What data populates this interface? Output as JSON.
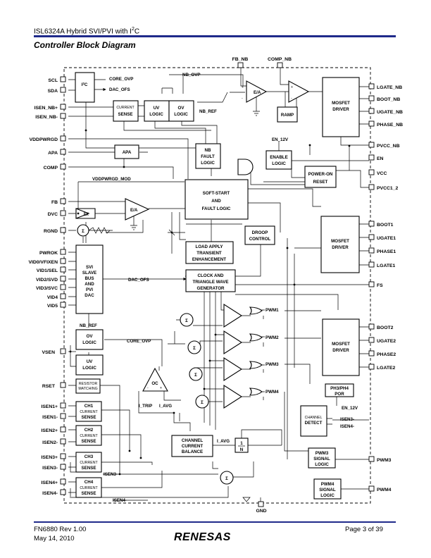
{
  "header": {
    "title": "ISL6324A Hybrid SVI/PVI with I",
    "title_sup": "2",
    "title_tail": "C"
  },
  "section_title": "Controller Block Diagram",
  "left_pins": [
    "SCL",
    "SDA",
    "ISEN_NB+",
    "ISEN_NB-",
    "VDDPWRGD",
    "APA",
    "COMP",
    "FB",
    "DVC",
    "RGND",
    "PWROK",
    "VID0/VFIXEN",
    "VID1/SEL",
    "VID2/SVD",
    "VID3/SVC",
    "VID4",
    "VID5",
    "VSEN",
    "RSET",
    "ISEN1+",
    "ISEN1-",
    "ISEN2+",
    "ISEN2-",
    "ISEN3+",
    "ISEN3-",
    "ISEN4+",
    "ISEN4-"
  ],
  "right_pins": [
    "LGATE_NB",
    "BOOT_NB",
    "UGATE_NB",
    "PHASE_NB",
    "PVCC_NB",
    "EN",
    "VCC",
    "PVCC1_2",
    "BOOT1",
    "UGATE1",
    "PHASE1",
    "LGATE1",
    "FS",
    "BOOT2",
    "UGATE2",
    "PHASE2",
    "LGATE2",
    "PWM3",
    "PWM4"
  ],
  "top_pins": [
    "FB_NB",
    "COMP_NB"
  ],
  "bottom_pins": [
    "GND"
  ],
  "blocks": {
    "i2c": "I2C",
    "current_sense": [
      "CURRENT",
      "SENSE"
    ],
    "uv_logic": [
      "UV",
      "LOGIC"
    ],
    "ov_logic": [
      "OV",
      "LOGIC"
    ],
    "ea": "E/A",
    "ramp": "RAMP",
    "mosfet_driver_nb": [
      "MOSFET",
      "DRIVER"
    ],
    "apa": "APA",
    "nb_fault_logic": [
      "NB",
      "FAULT",
      "LOGIC"
    ],
    "enable_logic": [
      "ENABLE",
      "LOGIC"
    ],
    "power_on_reset": [
      "POWER-ON",
      "RESET"
    ],
    "soft_start": [
      "SOFT-START",
      "AND",
      "FAULT LOGIC"
    ],
    "x2": "2X",
    "ea2": "E/A",
    "droop_control": [
      "DROOP",
      "CONTROL"
    ],
    "mosfet_driver_1": [
      "MOSFET",
      "DRIVER"
    ],
    "load_apply": [
      "LOAD APPLY",
      "TRANSIENT",
      "ENHANCEMENT"
    ],
    "svi_dac": [
      "SVI",
      "SLAVE",
      "BUS",
      "AND",
      "PVI",
      "DAC"
    ],
    "clock_gen": [
      "CLOCK AND",
      "TRIANGLE WAVE",
      "GENERATOR"
    ],
    "ov_logic2": [
      "OV",
      "LOGIC"
    ],
    "uv_logic2": [
      "UV",
      "LOGIC"
    ],
    "mosfet_driver_2": [
      "MOSFET",
      "DRIVER"
    ],
    "resistor_matching": [
      "RESISTOR",
      "MATCHING"
    ],
    "oc": "OC",
    "ph_por": [
      "PH3/PH4",
      "POR"
    ],
    "ch1_sense": [
      "CH1",
      "CURRENT",
      "SENSE"
    ],
    "ch2_sense": [
      "CH2",
      "CURRENT",
      "SENSE"
    ],
    "ch3_sense": [
      "CH3",
      "CURRENT",
      "SENSE"
    ],
    "ch4_sense": [
      "CH4",
      "CURRENT",
      "SENSE"
    ],
    "channel_detect": [
      "CHANNEL",
      "DETECT"
    ],
    "channel_balance": [
      "CHANNEL",
      "CURRENT",
      "BALANCE"
    ],
    "one_over_n": [
      "1",
      "N"
    ],
    "pwm3_logic": [
      "PWM3",
      "SIGNAL",
      "LOGIC"
    ],
    "pwm4_logic": [
      "PWM4",
      "SIGNAL",
      "LOGIC"
    ]
  },
  "signals": {
    "core_ovp": "CORE_OVP",
    "dac_ofs": "DAC_OFS",
    "nb_ovp": "NB_OVP",
    "nb_ref": "NB_REF",
    "vddpwrgd_mod": "VDDPWRGD_MOD",
    "en_12v": "EN_12V",
    "dac_ofs2": "DAC_OFS",
    "nb_ref2": "NB_REF",
    "core_ovp2": "CORE_OVP",
    "i_trip": "I_TRIP",
    "i_avg": "I_AVG",
    "i_avg2": "I_AVG",
    "en_12v2": "EN_12V",
    "isen3m": "ISEN3-",
    "isen4m": "ISEN4-",
    "isen3m_b": "ISEN3-",
    "isen4m_b": "ISEN4-",
    "pwm1": "PWM1",
    "pwm2": "PWM2",
    "pwm3": "PWM3",
    "pwm4": "PWM4"
  },
  "footer": {
    "doc": "FN6880  Rev 1.00",
    "date": "May 14, 2010",
    "page": "Page 3 of 39",
    "logo": "RENESAS"
  }
}
